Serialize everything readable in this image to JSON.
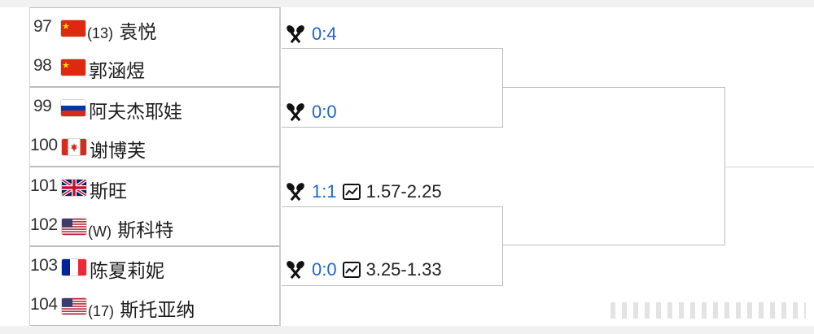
{
  "players": [
    {
      "num": "97",
      "flag": "china",
      "seed": "(13)",
      "name": "袁悦"
    },
    {
      "num": "98",
      "flag": "china",
      "seed": "",
      "name": "郭涵煜"
    },
    {
      "num": "99",
      "flag": "russia",
      "seed": "",
      "name": "阿夫杰耶娃"
    },
    {
      "num": "100",
      "flag": "canada",
      "seed": "",
      "name": "谢博芙"
    },
    {
      "num": "101",
      "flag": "uk",
      "seed": "",
      "name": "斯旺"
    },
    {
      "num": "102",
      "flag": "usa",
      "seed": "(W)",
      "name": "斯科特"
    },
    {
      "num": "103",
      "flag": "france",
      "seed": "",
      "name": "陈夏莉妮"
    },
    {
      "num": "104",
      "flag": "usa",
      "seed": "(17)",
      "name": "斯托亚纳"
    }
  ],
  "matches": [
    {
      "h2h": "0:4",
      "odds": ""
    },
    {
      "h2h": "0:0",
      "odds": ""
    },
    {
      "h2h": "1:1",
      "odds": "1.57-2.25"
    },
    {
      "h2h": "0:0",
      "odds": "3.25-1.33"
    }
  ],
  "icons": {
    "h2h": "crossed-rackets-icon",
    "odds": "odds-chart-icon"
  },
  "colors": {
    "score": "#1e66d0",
    "border": "#bdbdbd"
  }
}
